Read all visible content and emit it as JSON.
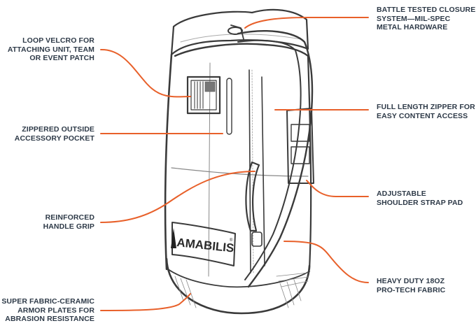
{
  "diagram": {
    "title": "",
    "accent_color": "#e8602a",
    "text_color": "#2e3a48",
    "brand_logo": {
      "text": "AMABILIS",
      "mark": "®"
    },
    "callouts": [
      {
        "id": "velcro",
        "side": "left",
        "lines": [
          "LOOP VELCRO FOR",
          "ATTACHING UNIT, TEAM",
          "OR EVENT PATCH"
        ]
      },
      {
        "id": "pocket",
        "side": "left",
        "lines": [
          "ZIPPERED OUTSIDE",
          "ACCESSORY POCKET"
        ]
      },
      {
        "id": "handle",
        "side": "left",
        "lines": [
          "REINFORCED",
          "HANDLE GRIP"
        ]
      },
      {
        "id": "armor",
        "side": "left",
        "lines": [
          "SUPER FABRIC-CERAMIC",
          "ARMOR PLATES FOR",
          "ABRASION RESISTANCE"
        ]
      },
      {
        "id": "closure",
        "side": "right",
        "lines": [
          "BATTLE TESTED CLOSURE",
          "SYSTEM—MIL-SPEC",
          "METAL HARDWARE"
        ]
      },
      {
        "id": "zipper",
        "side": "right",
        "lines": [
          "FULL LENGTH ZIPPER FOR",
          "EASY CONTENT ACCESS"
        ]
      },
      {
        "id": "strap",
        "side": "right",
        "lines": [
          "ADJUSTABLE",
          "SHOULDER STRAP PAD"
        ]
      },
      {
        "id": "fabric",
        "side": "right",
        "lines": [
          "HEAVY DUTY 18OZ",
          "PRO-TECH FABRIC"
        ]
      }
    ]
  }
}
